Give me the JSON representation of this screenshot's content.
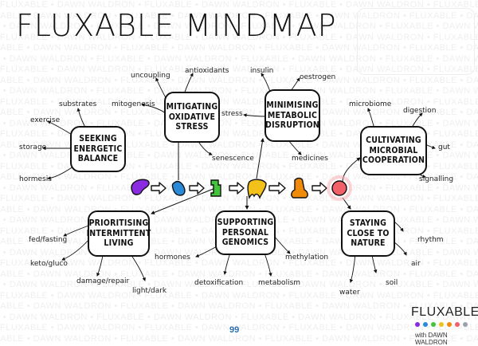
{
  "title": "FLUXABLE MINDMAP",
  "watermark_text": "FLUXABLE • DAWN WALDRON • FLUXABLE • DAWN WALDRON • FLUXABLE • DAWN WALDRON • FLUXABLE • DAWN WALDRON",
  "nodes": {
    "mitigating": "MITIGATING\nOXIDATIVE\nSTRESS",
    "minimising": "MINIMISING\nMETABOLIC\nDISRUPTION",
    "seeking": "SEEKING\nENERGETIC\nBALANCE",
    "cultivating": "CULTIVATING\nMICROBIAL\nCOOPERATION",
    "prioritising": "PRIORITISING\nINTERMITTENT\nLIVING",
    "supporting": "SUPPORTING\nPERSONAL\nGENOMICS",
    "staying": "STAYING\nCLOSE TO\nNATURE"
  },
  "labels": {
    "antioxidants": "antioxidants",
    "uncoupling": "uncoupling",
    "mitogenesis": "mitogenesis",
    "senescence": "senescence",
    "insulin": "insulin",
    "oestrogen": "oestrogen",
    "stress": "stress",
    "medicines": "medicines",
    "substrates": "substrates",
    "exercise": "exercise",
    "storage": "storage",
    "hormesis": "hormesis",
    "microbiome": "microbiome",
    "digestion": "digestion",
    "gut": "gut",
    "signalling": "signalling",
    "fed_fasting": "fed/fasting",
    "keto_gluco": "keto/gluco",
    "damage_repair": "damage/repair",
    "light_dark": "light/dark",
    "hormones": "hormones",
    "detoxification": "detoxification",
    "metabolism": "metabolism",
    "methylation": "methylation",
    "rhythm": "rhythm",
    "air": "air",
    "soil": "soil",
    "water": "water"
  },
  "chain_colors": [
    "#8a2be2",
    "#2a8ad8",
    "#43c43a",
    "#f2c21b",
    "#f08a0a",
    "#f2606a"
  ],
  "page_number": "99",
  "brand": {
    "name": "FLUXABLE",
    "byline": "with DAWN WALDRON"
  }
}
